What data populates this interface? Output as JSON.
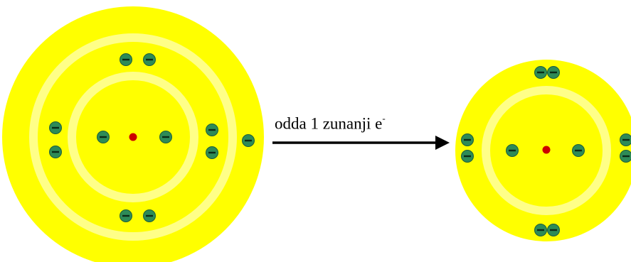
{
  "arrow_label": {
    "text": "odda 1 zunanji e",
    "superscript": "-"
  },
  "colors": {
    "shell_outer": "#ffff00",
    "shell_ring": "#ffff88",
    "nucleus": "#cc0000",
    "electron": "#2e8b57"
  },
  "atoms": [
    {
      "name": "sodium-atom",
      "shells": 3,
      "electrons_per_shell": [
        2,
        8,
        1
      ]
    },
    {
      "name": "sodium-ion",
      "shells": 2,
      "electrons_per_shell": [
        2,
        8
      ]
    }
  ]
}
